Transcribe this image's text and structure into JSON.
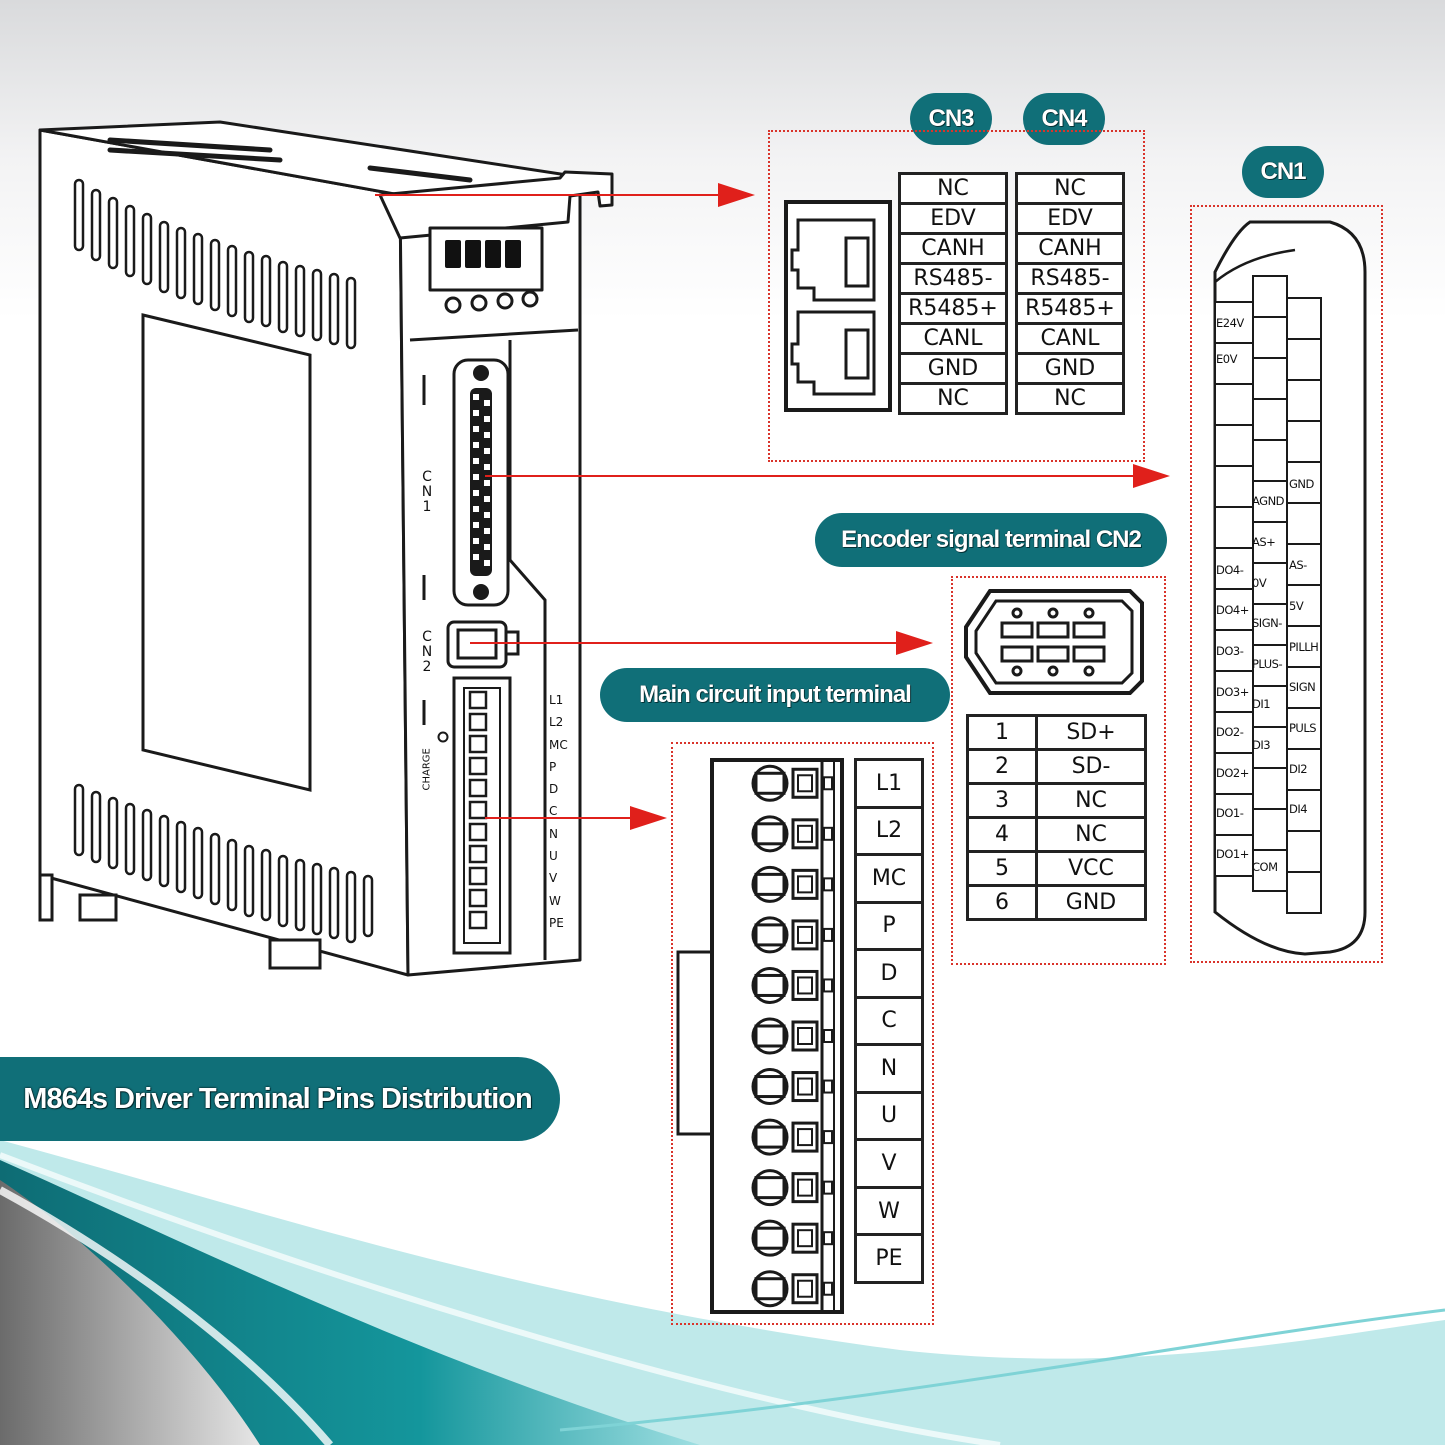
{
  "title": "M864s Driver Terminal Pins Distribution",
  "device_labels": {
    "cn1": "CN1",
    "cn2": "CN2",
    "charge": "CHARGE",
    "main_terminals": [
      "L1",
      "L2",
      "MC",
      "P",
      "D",
      "C",
      "N",
      "U",
      "V",
      "W",
      "PE"
    ]
  },
  "cn3": {
    "badge": "CN3",
    "pins": [
      "NC",
      "EDV",
      "CANH",
      "RS485-",
      "R5485+",
      "CANL",
      "GND",
      "NC"
    ]
  },
  "cn4": {
    "badge": "CN4",
    "pins": [
      "NC",
      "EDV",
      "CANH",
      "RS485-",
      "R5485+",
      "CANL",
      "GND",
      "NC"
    ]
  },
  "cn1": {
    "badge": "CN1",
    "left_labels": [
      "E24V",
      "E0V",
      "DO4-",
      "DO4+",
      "DO3-",
      "DO3+",
      "DO2-",
      "DO2+",
      "DO1-",
      "DO1+"
    ],
    "middle_labels": [
      "AGND",
      "AS+",
      "0V",
      "SIGN-",
      "PLUS-",
      "DI1",
      "DI3",
      "COM"
    ],
    "right_labels": [
      "GND",
      "AS-",
      "5V",
      "PILLH",
      "SIGN",
      "PULS",
      "DI2",
      "DI4"
    ]
  },
  "encoder": {
    "badge": "Encoder signal terminal CN2",
    "rows": [
      {
        "pin": "1",
        "signal": "SD+"
      },
      {
        "pin": "2",
        "signal": "SD-"
      },
      {
        "pin": "3",
        "signal": "NC"
      },
      {
        "pin": "4",
        "signal": "NC"
      },
      {
        "pin": "5",
        "signal": "VCC"
      },
      {
        "pin": "6",
        "signal": "GND"
      }
    ]
  },
  "main_circuit": {
    "badge": "Main circuit input terminal",
    "pins": [
      "L1",
      "L2",
      "MC",
      "P",
      "D",
      "C",
      "N",
      "U",
      "V",
      "W",
      "PE"
    ]
  },
  "colors": {
    "accent": "#106f78",
    "arrow": "#e0201b",
    "dotted_border": "#d9342b",
    "wave_teal": "#1fb3b8"
  }
}
